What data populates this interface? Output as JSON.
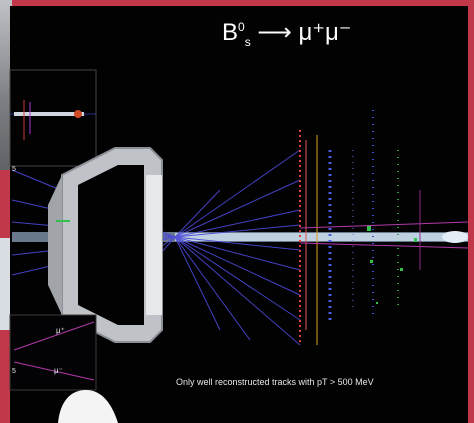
{
  "title": {
    "main": "B",
    "sup": "0",
    "sub": "s",
    "rest": "⟶ μ⁺μ⁻"
  },
  "caption": "Only well reconstructed tracks with pT > 500 MeV",
  "inset": {
    "mu_plus": "μ⁺",
    "mu_minus": "μ⁻",
    "tiny_left_1": "5",
    "tiny_left_2": "5"
  },
  "colors": {
    "border": "#c1384a",
    "background": "#020203",
    "tracks": "#4b49d6",
    "beam": "#9fb6d2",
    "detector": "#b9bcc1",
    "red_hits": "#e23a3a",
    "green_hits": "#33c24e",
    "magenta_lines": "#b13aa9"
  }
}
